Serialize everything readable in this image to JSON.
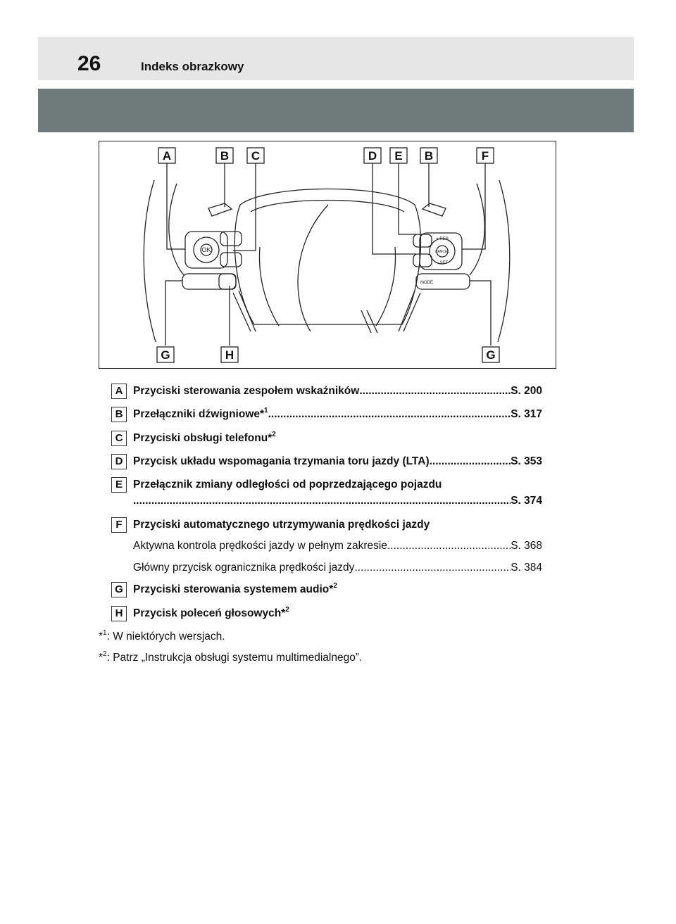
{
  "header": {
    "page_number": "26",
    "title": "Indeks obrazkowy"
  },
  "figure": {
    "callouts_top": [
      "A",
      "B",
      "C",
      "D",
      "E",
      "B",
      "F"
    ],
    "callouts_bottom": [
      "G",
      "H",
      "G"
    ],
    "button_labels": {
      "ok": "OK",
      "res": "+ RES",
      "cancel": "CANCEL",
      "set": "– SET",
      "mode": "MODE"
    }
  },
  "items": [
    {
      "letter": "A",
      "text": "Przyciski sterowania zespołem wskaźników",
      "ref": "S. 200"
    },
    {
      "letter": "B",
      "text": "Przełączniki dźwigniowe*",
      "sup": "1",
      "ref": "S. 317"
    },
    {
      "letter": "C",
      "text": "Przyciski obsługi telefonu*",
      "sup": "2"
    },
    {
      "letter": "D",
      "text": "Przycisk układu wspomagania trzymania toru jazdy (LTA)",
      "ref": "S. 353"
    },
    {
      "letter": "E",
      "text": "Przełącznik zmiany odległości od poprzedzającego pojazdu",
      "ref": "S. 374"
    },
    {
      "letter": "F",
      "text": "Przyciski automatycznego utrzymywania prędkości jazdy",
      "subitems": [
        {
          "text": "Aktywna kontrola prędkości jazdy w pełnym zakresie",
          "ref": "S. 368"
        },
        {
          "text": "Główny przycisk ogranicznika prędkości jazdy",
          "ref": "S. 384"
        }
      ]
    },
    {
      "letter": "G",
      "text": "Przyciski sterowania systemem audio*",
      "sup": "2"
    },
    {
      "letter": "H",
      "text": "Przycisk poleceń głosowych*",
      "sup": "2"
    }
  ],
  "notes": [
    {
      "mark": "*",
      "sup": "1",
      "text": ": W niektórych wersjach."
    },
    {
      "mark": "*",
      "sup": "2",
      "text": ": Patrz „Instrukcja obsługi systemu multimedialnego”."
    }
  ]
}
